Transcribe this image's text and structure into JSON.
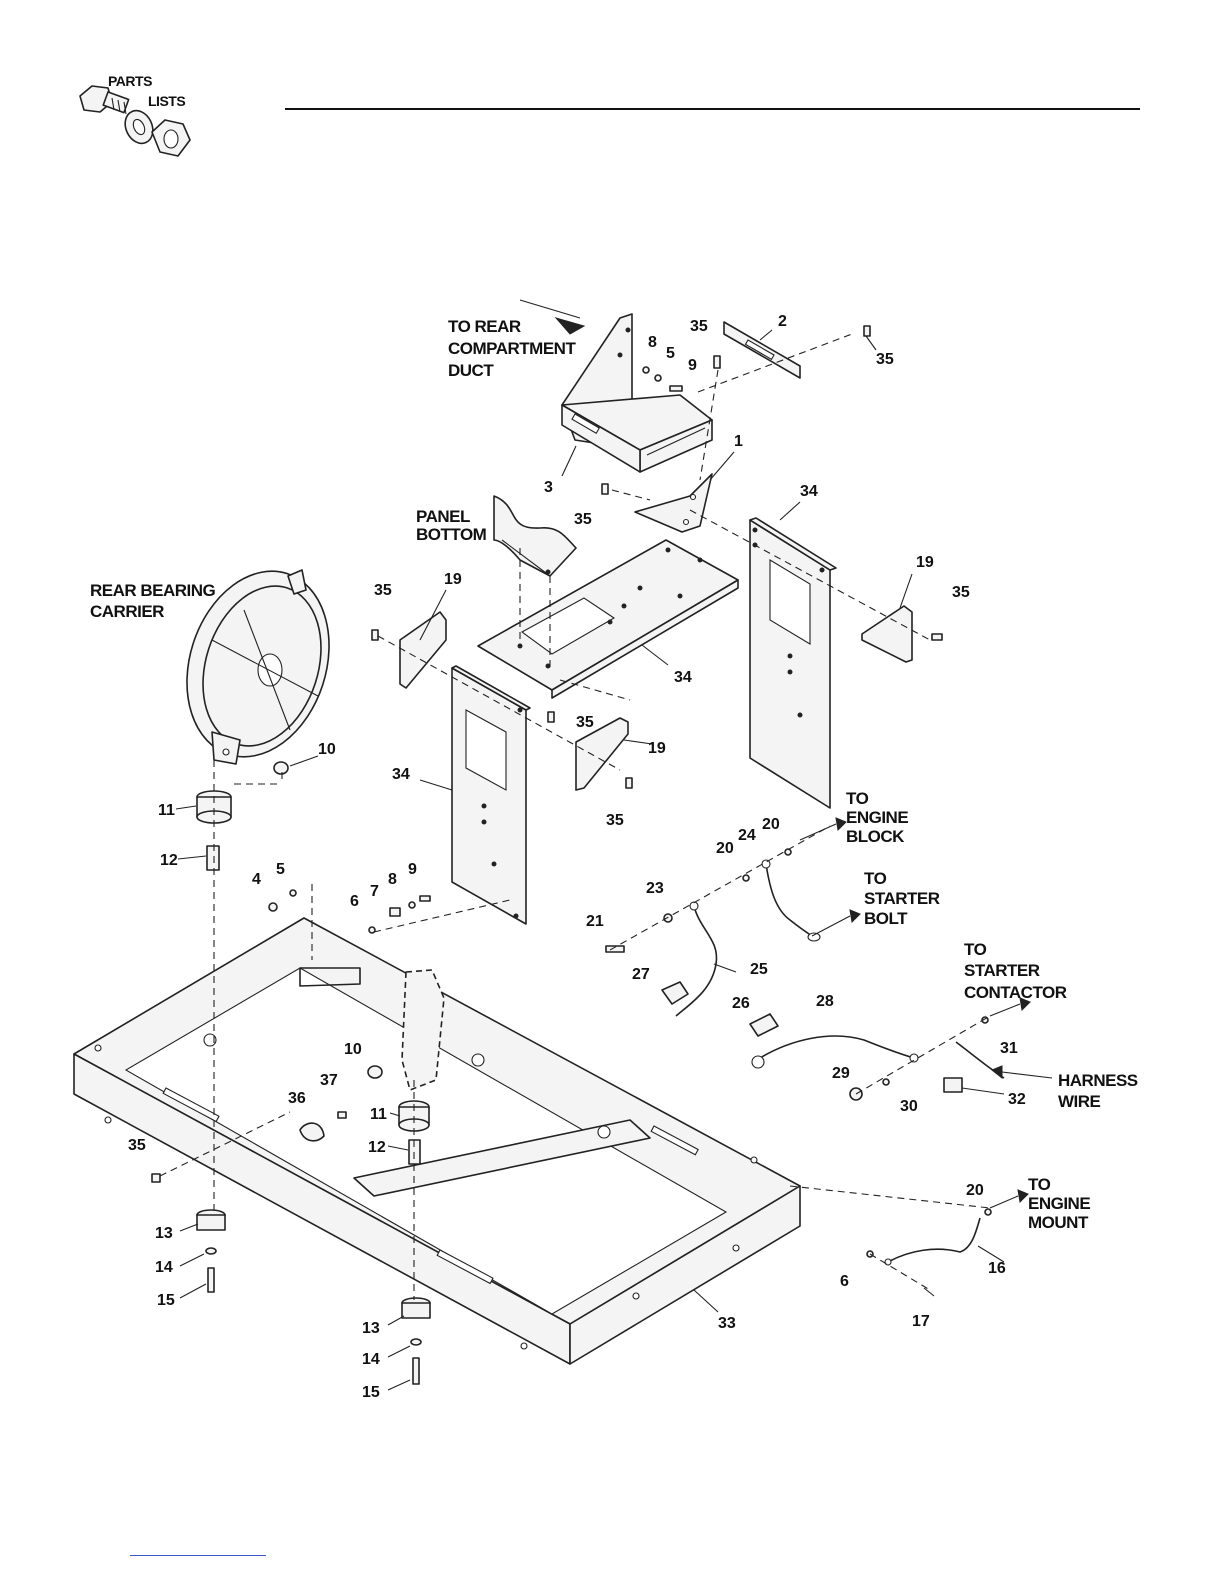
{
  "logo": {
    "line1": "PARTS",
    "line2": "LISTS"
  },
  "callouts": {
    "to_rear_duct": [
      "TO REAR",
      "COMPARTMENT",
      "DUCT"
    ],
    "panel_bottom": [
      "PANEL",
      "BOTTOM"
    ],
    "rear_bearing": [
      "REAR BEARING",
      "CARRIER"
    ],
    "engine_block": [
      "TO",
      "ENGINE",
      "BLOCK"
    ],
    "starter_bolt": [
      "TO",
      "STARTER",
      "BOLT"
    ],
    "starter_contactor": [
      "TO",
      "STARTER",
      "CONTACTOR"
    ],
    "harness_wire": [
      "HARNESS",
      "WIRE"
    ],
    "engine_mount": [
      "TO",
      "ENGINE",
      "MOUNT"
    ]
  },
  "part_numbers": {
    "n1": "1",
    "n2": "2",
    "n3": "3",
    "n4": "4",
    "n5a": "5",
    "n5b": "5",
    "n6a": "6",
    "n6b": "6",
    "n7": "7",
    "n8a": "8",
    "n8b": "8",
    "n9a": "9",
    "n9b": "9",
    "n10a": "10",
    "n10b": "10",
    "n11a": "11",
    "n11b": "11",
    "n12a": "12",
    "n12b": "12",
    "n13a": "13",
    "n13b": "13",
    "n14a": "14",
    "n14b": "14",
    "n15a": "15",
    "n15b": "15",
    "n16": "16",
    "n17": "17",
    "n19a": "19",
    "n19b": "19",
    "n19c": "19",
    "n20a": "20",
    "n20b": "20",
    "n20c": "20",
    "n21": "21",
    "n23": "23",
    "n24": "24",
    "n25": "25",
    "n26": "26",
    "n27": "27",
    "n28": "28",
    "n29": "29",
    "n30": "30",
    "n31": "31",
    "n32": "32",
    "n33": "33",
    "n34a": "34",
    "n34b": "34",
    "n34c": "34",
    "n35a": "35",
    "n35b": "35",
    "n35c": "35",
    "n35d": "35",
    "n35e": "35",
    "n35f": "35",
    "n35g": "35",
    "n35h": "35",
    "n36": "36",
    "n37": "37"
  }
}
